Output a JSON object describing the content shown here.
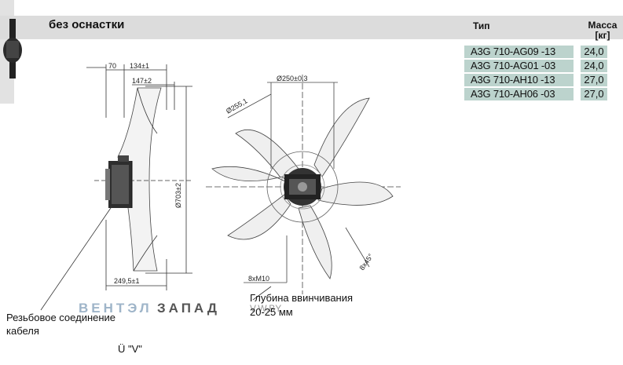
{
  "header": {
    "title": "без оснастки",
    "col_type": "Тип",
    "col_mass_line1": "Масса",
    "col_mass_line2": "[кг]"
  },
  "rows": [
    {
      "type": "A3G 710-AG09 -13",
      "mass": "24,0"
    },
    {
      "type": "A3G 710-AG01 -03",
      "mass": "24,0"
    },
    {
      "type": "A3G 710-AH10 -13",
      "mass": "27,0"
    },
    {
      "type": "A3G 710-AH06 -03",
      "mass": "27,0"
    }
  ],
  "dimensions": {
    "d70": "70",
    "d134": "134±1",
    "d147": "147±2",
    "d703": "Ø703±2",
    "d249": "249,5±1",
    "d250": "Ø250±0,3",
    "d255": "Ø255,1",
    "d45": "8x45°",
    "m10": "8xM10"
  },
  "annotations": {
    "cable_line1": "Резьбовое соединение",
    "cable_line2": "кабеля",
    "depth_line1": "Глубина ввинчивания",
    "depth_line2": "20-25 мм",
    "view": "Ü \"V\""
  },
  "watermark": {
    "part1": "ВЕНТЭЛ",
    "part2": "ЗАПАД",
    "part3": "V.W.BY"
  }
}
